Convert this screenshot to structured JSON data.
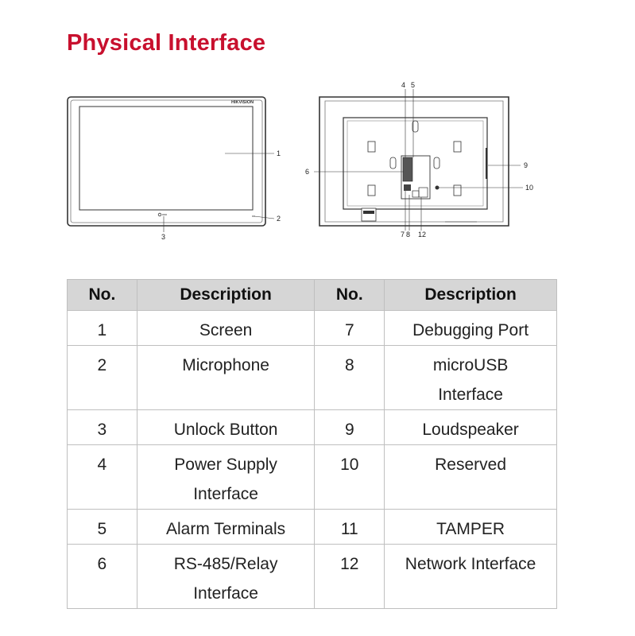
{
  "title": "Physical Interface",
  "diagram": {
    "front_brand": "HIKVISION",
    "front_callouts": [
      "1",
      "2",
      "3"
    ],
    "back_callouts": [
      "4",
      "5",
      "6",
      "7",
      "8",
      "9",
      "10",
      "12"
    ]
  },
  "table": {
    "headers": [
      "No.",
      "Description",
      "No.",
      "Description"
    ],
    "rows": [
      {
        "no1": "1",
        "desc1": "Screen",
        "no2": "7",
        "desc2": "Debugging Port"
      },
      {
        "no1": "2",
        "desc1": "Microphone",
        "no2": "8",
        "desc2": "microUSB Interface"
      },
      {
        "no1": "3",
        "desc1": "Unlock Button",
        "no2": "9",
        "desc2": "Loudspeaker"
      },
      {
        "no1": "4",
        "desc1": "Power Supply Interface",
        "no2": "10",
        "desc2": "Reserved"
      },
      {
        "no1": "5",
        "desc1": "Alarm Terminals",
        "no2": "11",
        "desc2": "TAMPER"
      },
      {
        "no1": "6",
        "desc1": "RS-485/Relay Interface",
        "no2": "12",
        "desc2": "Network Interface"
      }
    ]
  }
}
